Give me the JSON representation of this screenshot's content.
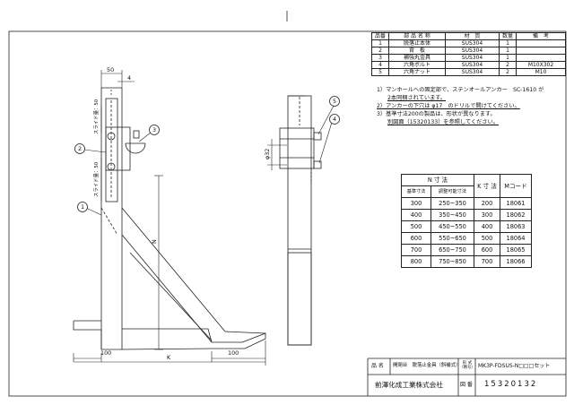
{
  "parts_table": {
    "headers": [
      "品番",
      "部 品 名 称",
      "材　質",
      "数量",
      "備　考"
    ],
    "rows": [
      [
        "1",
        "脱落止本体",
        "SUS304",
        "1",
        ""
      ],
      [
        "2",
        "背　板",
        "SUS304",
        "1",
        ""
      ],
      [
        "3",
        "補強丸金具",
        "SUS304",
        "1",
        ""
      ],
      [
        "4",
        "六角ボルト",
        "SUS304",
        "2",
        "M10X302"
      ],
      [
        "5",
        "六角ナット",
        "SUS304",
        "2",
        "M10"
      ]
    ]
  },
  "notes": [
    "1）マンホールへの固定部で、ステンオールアンカー　SC-1610 が",
    "2本同梱されています。",
    "2）アンカーの下穴は φ17　のドリルで開けてください。",
    "3）基準寸法200の製品は、形状が異なります。",
    "別図面（15320133）を参照してください。"
  ],
  "size_table": {
    "n_header": "N 寸 法",
    "sub_headers": [
      "基準寸法",
      "調整可能寸法"
    ],
    "k_header": "K 寸 法",
    "m_header": "Mコード",
    "rows": [
      [
        "300",
        "250~350",
        "200",
        "18061"
      ],
      [
        "400",
        "350~450",
        "300",
        "18062"
      ],
      [
        "500",
        "450~550",
        "400",
        "18063"
      ],
      [
        "600",
        "550~650",
        "500",
        "18064"
      ],
      [
        "700",
        "650~750",
        "600",
        "18065"
      ],
      [
        "800",
        "750~850",
        "700",
        "18066"
      ]
    ]
  },
  "dimensions": {
    "top_width": "50",
    "small_offset": "4",
    "slide_upper": "スライド量：50",
    "slide_lower": "スライド量：50",
    "n_label": "N",
    "k_label": "K",
    "foot_left": "100",
    "foot_right": "100",
    "diameter": "φ32"
  },
  "callouts": [
    "1",
    "2",
    "3",
    "4",
    "5"
  ],
  "title_block": {
    "name_label": "品 名",
    "name_value": "開閉台　脱落止金具（斜補式）",
    "model_label": "形 式（略号）",
    "model_value": "MK3P-FDSUS-N□□□セット",
    "company": "前澤化成工業株式会社",
    "number_label": "図 番",
    "number_value": "15320132"
  }
}
